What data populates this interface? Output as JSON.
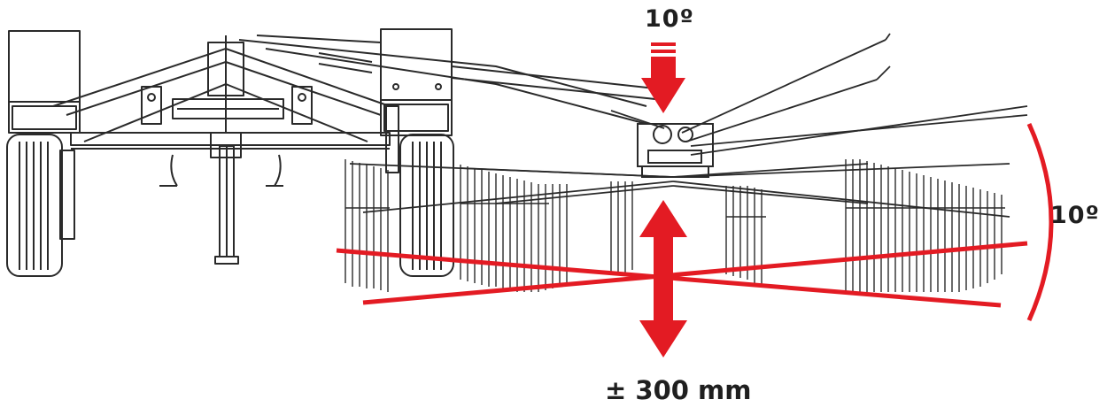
{
  "labels": {
    "top_tilt": "10º",
    "side_tilt": "10º",
    "height_adjust": "± 300 mm"
  },
  "colors": {
    "accent": "#e31b23",
    "line": "#2a2a2a",
    "text": "#1f1f1f",
    "background": "#ffffff"
  }
}
